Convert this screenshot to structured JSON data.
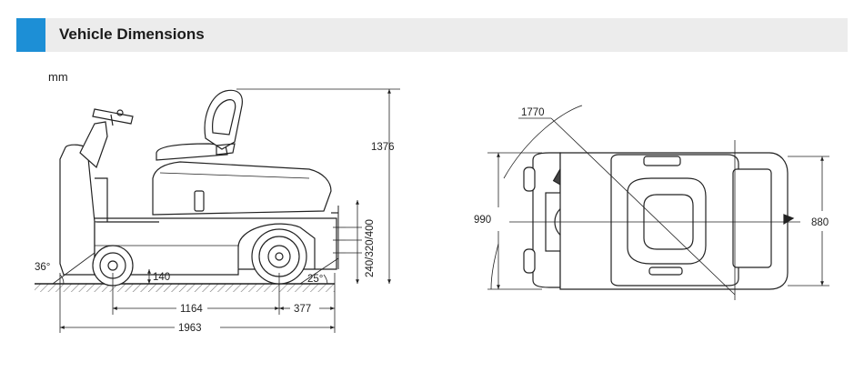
{
  "header": {
    "title": "Vehicle Dimensions",
    "accent_color": "#1d8fd6",
    "bar_color": "#ececec"
  },
  "unit_label": "mm",
  "side_view": {
    "overall_height": "1376",
    "hitch_heights": "240/320/400",
    "approach_angle": "36°",
    "departure_angle": "25°",
    "ground_clearance": "140",
    "wheelbase": "1164",
    "rear_overhang": "377",
    "overall_length": "1963"
  },
  "top_view": {
    "turning_radius": "1770",
    "overall_width": "990",
    "track_width": "880"
  }
}
